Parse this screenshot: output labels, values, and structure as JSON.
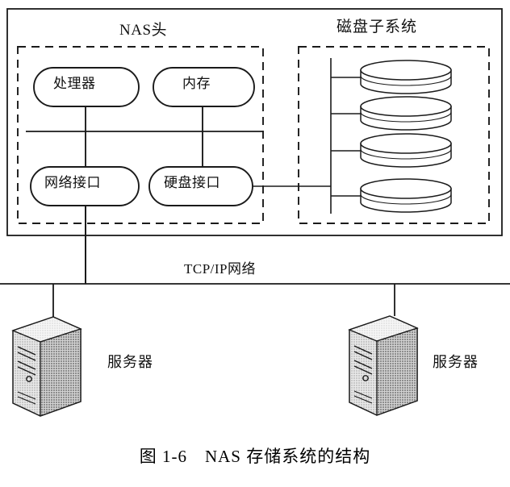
{
  "figure": {
    "caption": "图 1-6　NAS 存储系统的结构",
    "caption_number": "图 1-6",
    "caption_title": "NAS 存储系统的结构"
  },
  "groups": {
    "nas_head_label": "NAS头",
    "disk_subsystem_label": "磁盘子系统"
  },
  "components": [
    {
      "id": "processor",
      "label": "处理器"
    },
    {
      "id": "memory",
      "label": "内存"
    },
    {
      "id": "network-interface",
      "label": "网络接口"
    },
    {
      "id": "disk-interface",
      "label": "硬盘接口"
    }
  ],
  "disks": {
    "count": 4,
    "label": ""
  },
  "network": {
    "label": "TCP/IP网络"
  },
  "servers": [
    {
      "id": "server-left",
      "label": "服务器"
    },
    {
      "id": "server-right",
      "label": "服务器"
    }
  ],
  "colors": {
    "stroke": "#1a1a1a",
    "background": "#ffffff",
    "server_fill": "#d8d8d8",
    "server_top": "#eeeeee",
    "server_side": "#b8b8b8"
  }
}
